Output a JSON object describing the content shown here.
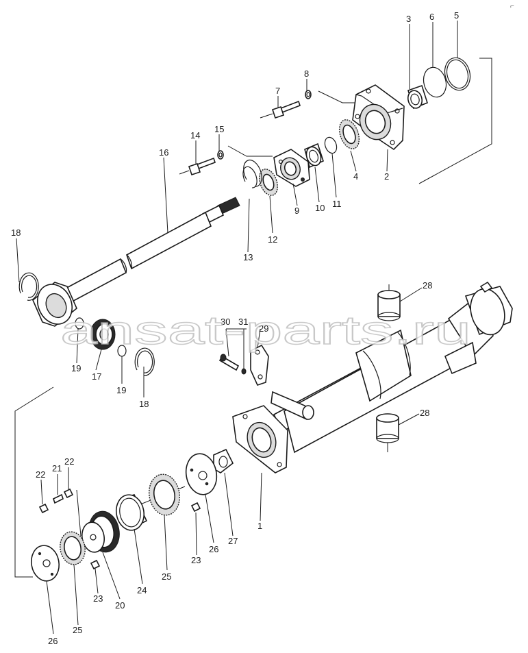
{
  "watermark": "ansat-parts.ru",
  "corner_mark": "⌐",
  "callouts": [
    "1",
    "2",
    "3",
    "4",
    "5",
    "6",
    "7",
    "8",
    "9",
    "10",
    "11",
    "12",
    "13",
    "14",
    "15",
    "16",
    "17",
    "18",
    "18",
    "19",
    "19",
    "20",
    "21",
    "22",
    "22",
    "23",
    "23",
    "24",
    "25",
    "25",
    "26",
    "26",
    "27",
    "28",
    "28",
    "29",
    "30",
    "31"
  ]
}
